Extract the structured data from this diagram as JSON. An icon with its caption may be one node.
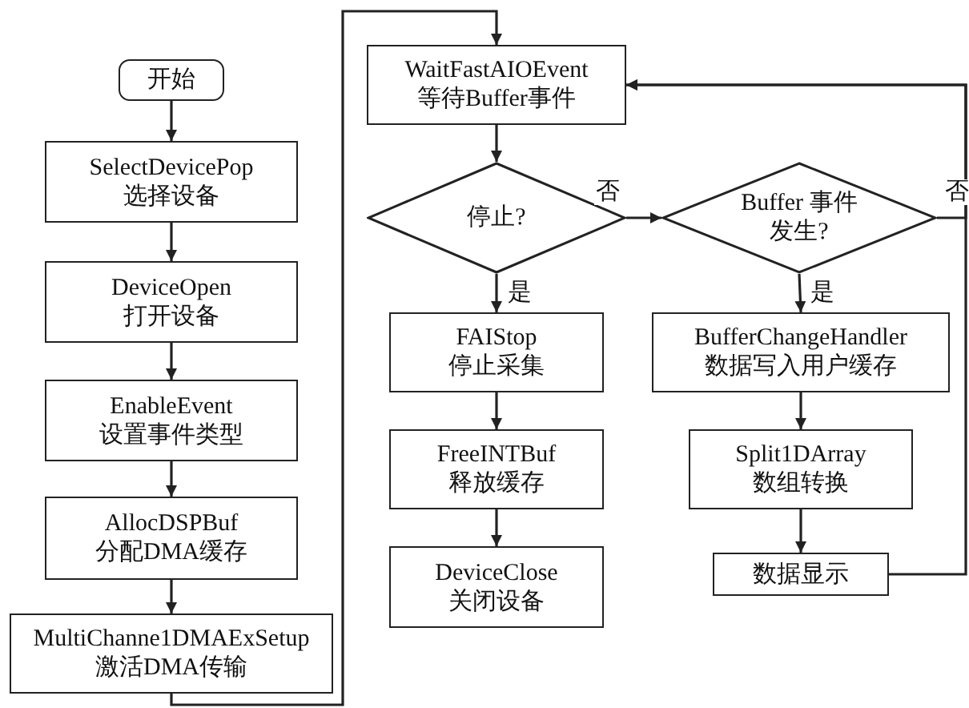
{
  "diagram": {
    "nodes": [
      {
        "text": [
          "开始"
        ]
      },
      {
        "text": [
          "SelectDevicePop",
          "选择设备"
        ]
      },
      {
        "text": [
          "DeviceOpen",
          "打开设备"
        ]
      },
      {
        "text": [
          "EnableEvent",
          "设置事件类型"
        ]
      },
      {
        "text": [
          "AllocDSPBuf",
          "分配DMA缓存"
        ]
      },
      {
        "text": [
          "MultiChanne1DMAExSetup",
          "激活DMA传输"
        ]
      },
      {
        "text": [
          "WaitFastAIOEvent",
          "等待Buffer事件"
        ]
      },
      {
        "text": [
          "停止?"
        ]
      },
      {
        "text": [
          "Buffer 事件发生?"
        ]
      },
      {
        "text": [
          "FAIStop",
          "停止采集"
        ]
      },
      {
        "text": [
          "FreeINTBuf",
          "释放缓存"
        ]
      },
      {
        "text": [
          "DeviceClose",
          "关闭设备"
        ]
      },
      {
        "text": [
          "BufferChangeHandler",
          "数据写入用户缓存"
        ]
      },
      {
        "text": [
          "Split1DArray",
          "数组转换"
        ]
      },
      {
        "text": [
          "数据显示"
        ]
      }
    ],
    "edges": [
      {
        "from": 0,
        "to": 1,
        "arrow": "to"
      },
      {
        "from": 1,
        "to": 2,
        "arrow": "to"
      },
      {
        "from": 2,
        "to": 3,
        "arrow": "to"
      },
      {
        "from": 3,
        "to": 4,
        "arrow": "to"
      },
      {
        "from": 4,
        "to": 5,
        "arrow": "to"
      },
      {
        "from": 5,
        "to": 6,
        "arrow": "to"
      },
      {
        "from": 6,
        "to": 7,
        "arrow": "to"
      },
      {
        "from": 7,
        "to": 8,
        "label": "否",
        "arrow": "to"
      },
      {
        "from": 7,
        "to": 9,
        "label": "是",
        "arrow": "to"
      },
      {
        "from": 9,
        "to": 10,
        "arrow": "to"
      },
      {
        "from": 10,
        "to": 11,
        "arrow": "to"
      },
      {
        "from": 8,
        "to": 12,
        "label": "是",
        "arrow": "to"
      },
      {
        "from": 12,
        "to": 13,
        "arrow": "to"
      },
      {
        "from": 13,
        "to": 14,
        "arrow": "to"
      },
      {
        "from": 8,
        "to": 6,
        "label": "否",
        "arrow": "to"
      },
      {
        "from": 14,
        "to": 6,
        "arrow": "to"
      }
    ]
  }
}
